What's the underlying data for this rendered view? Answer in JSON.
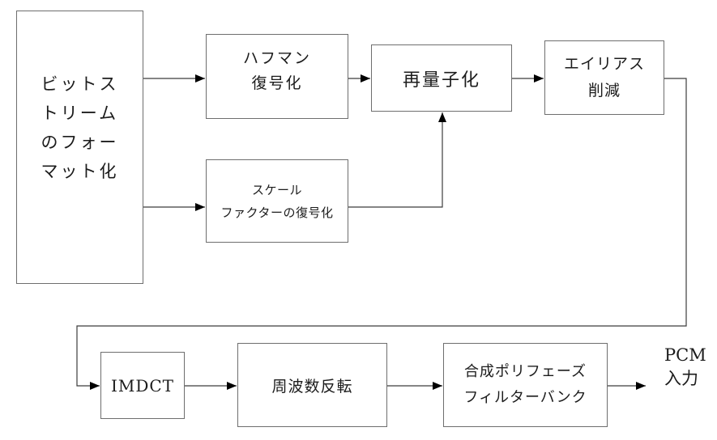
{
  "diagram": {
    "nodes": {
      "bitstream_formatting": {
        "lines": [
          "ビットス",
          "トリーム",
          "のフォー",
          "マット化"
        ]
      },
      "huffman_decoding": {
        "lines": [
          "ハフマン",
          "復号化"
        ]
      },
      "requantization": {
        "label": "再量子化"
      },
      "alias_reduction": {
        "lines": [
          "エイリアス",
          "削減"
        ]
      },
      "scalefactor_decoding": {
        "lines": [
          "スケール",
          "ファクターの復号化"
        ]
      },
      "imdct": {
        "label": "IMDCT"
      },
      "frequency_inversion": {
        "label": "周波数反転"
      },
      "synthesis_polyphase_filterbank": {
        "lines": [
          "合成ポリフェーズ",
          "フィルターバンク"
        ]
      },
      "pcm_output": {
        "lines": [
          "PCM",
          "入力"
        ]
      }
    },
    "colors": {
      "background": "#ffffff",
      "box_border": "#6e6e6e",
      "connector": "#3c3c3c",
      "arrowhead": "#000000",
      "text": "#1c1c1c"
    }
  }
}
